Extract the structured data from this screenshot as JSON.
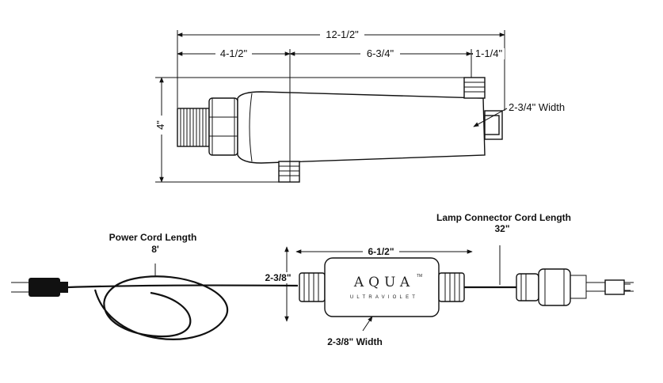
{
  "top_view": {
    "overall_length": "12-1/2\"",
    "inlet_offset": "4-1/2\"",
    "port_spacing": "6-3/4\"",
    "outlet_offset": "1-1/4\"",
    "height": "4\"",
    "width_label": "2-3/4\" Width"
  },
  "bottom_view": {
    "power_cord_title": "Power Cord Length",
    "power_cord_value": "8'",
    "lamp_cord_title": "Lamp Connector Cord Length",
    "lamp_cord_value": "32\"",
    "ballast_length": "6-1/2\"",
    "ballast_height": "2-3/8\"",
    "ballast_width": "2-3/8\" Width",
    "brand_name": "AQUA",
    "brand_tagline": "ULTRAVIOLET",
    "trademark": "TM"
  }
}
